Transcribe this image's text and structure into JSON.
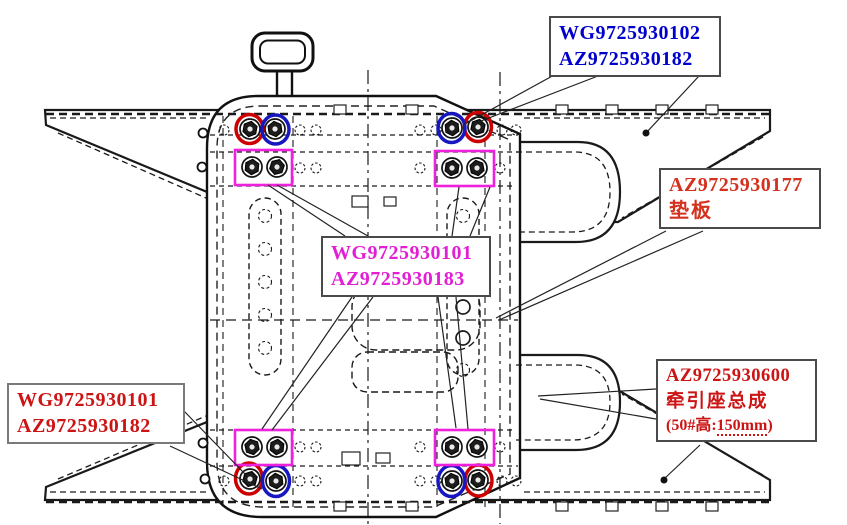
{
  "callouts": {
    "bolt_group_top": {
      "line1": "WG9725930102",
      "line2": "AZ9725930182",
      "color": "#0000cc"
    },
    "bolt_group_center": {
      "line1": "WG9725930101",
      "line2": "AZ9725930183",
      "color": "#e11fd4"
    },
    "pad_plate": {
      "line1": "AZ9725930177",
      "line2": "垫板",
      "color": "#d4321f"
    },
    "bolt_group_bottom": {
      "line1": "WG9725930101",
      "line2": "AZ9725930182",
      "color": "#cc1414"
    },
    "assembly": {
      "line1": "AZ9725930600",
      "line2": "牵引座总成",
      "line3_prefix": "(50#高:",
      "line3_value": "150mm",
      "line3_suffix": ")",
      "color": "#cc1414"
    }
  },
  "markers": {
    "red_ellipse": "#cc0000",
    "blue_ellipse": "#1717c2",
    "magenta_rect": "#ee22dd",
    "line_color": "#1a1a1a"
  }
}
